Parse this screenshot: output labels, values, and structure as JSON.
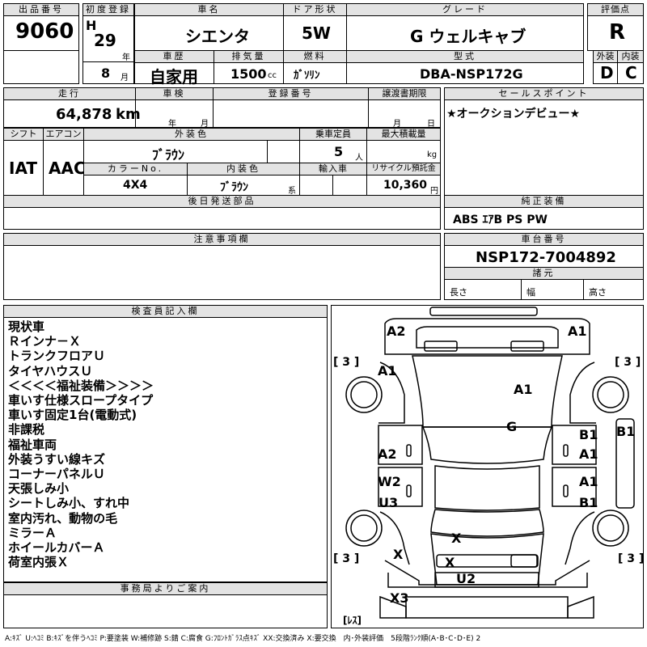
{
  "lot": {
    "header": "出品番号",
    "value": "9060"
  },
  "registration": {
    "header": "初度登録",
    "era": "H",
    "year": "29",
    "year_unit": "年",
    "month": "8",
    "month_unit": "月"
  },
  "car_name": {
    "header": "車名",
    "value": "シエンタ"
  },
  "door": {
    "header": "ドア形状",
    "value": "5W"
  },
  "grade": {
    "header": "グレード",
    "value": "G ウェルキャブ"
  },
  "score": {
    "header": "評価点",
    "value": "R"
  },
  "history": {
    "header": "車歴",
    "value": "自家用"
  },
  "displacement": {
    "header": "排気量",
    "value": "1500",
    "unit": "cc"
  },
  "fuel": {
    "header": "燃料",
    "value": "ｶﾞｿﾘﾝ"
  },
  "model": {
    "header": "型式",
    "value": "DBA-NSP172G"
  },
  "exterior_grade": {
    "header": "外装",
    "value": "D"
  },
  "interior_grade": {
    "header": "内装",
    "value": "C"
  },
  "mileage": {
    "header": "走行",
    "value": "64,878",
    "unit": "km"
  },
  "inspection": {
    "header": "車検",
    "year_unit": "年",
    "month_unit": "月"
  },
  "reg_number": {
    "header": "登録番号"
  },
  "transfer_deadline": {
    "header": "譲渡書期限",
    "month_unit": "月",
    "day_unit": "日"
  },
  "sales_point": {
    "header": "セールスポイント",
    "value": "★オークションデビュー★"
  },
  "shift": {
    "header": "シフト",
    "value": "IAT"
  },
  "aircon": {
    "header": "エアコン",
    "value": "AAC"
  },
  "exterior_color": {
    "header": "外装色",
    "value": "ﾌﾞﾗｳﾝ"
  },
  "capacity": {
    "header": "乗車定員",
    "value": "5",
    "unit": "人"
  },
  "max_load": {
    "header": "最大積載量",
    "unit": "kg"
  },
  "color_no": {
    "header": "カラーNo.",
    "value": "4X4"
  },
  "interior_color": {
    "header": "内装色",
    "value": "ﾌﾞﾗｳﾝ",
    "unit": "系"
  },
  "import": {
    "header": "輸入車"
  },
  "recycle": {
    "header": "リサイクル預託金",
    "value": "10,360",
    "unit": "円"
  },
  "later_parts": {
    "header": "後日発送部品"
  },
  "genuine_equipment": {
    "header": "純正装備",
    "value": "ABS ｴｱB PS PW"
  },
  "notes": {
    "header": "注意事項欄"
  },
  "chassis": {
    "header": "車台番号",
    "value": "NSP172-7004892"
  },
  "specs": {
    "header": "諸元",
    "length": "長さ",
    "width": "幅",
    "height": "高さ"
  },
  "inspector": {
    "header": "検査員記入欄",
    "lines": [
      "現状車",
      "Ｒインナ－Ｘ",
      "トランクフロアＵ",
      "タイヤハウスＵ",
      "＜＜＜＜福祉装備＞＞＞＞",
      "車いす仕様スロープタイプ",
      "車いす固定1台(電動式)",
      "非課税",
      "福祉車両",
      "外装うすい線キズ",
      "コーナーパネルＵ",
      "天張しみ小",
      "シートしみ小、すれ中",
      "室内汚れ、動物の毛",
      "ミラーＡ",
      "ホイールカバーＡ",
      "荷室内張Ｘ"
    ]
  },
  "office_info": {
    "header": "事務局よりご案内"
  },
  "damage": {
    "tire_fl": "[ 3 ]",
    "tire_fr": "[ 3 ]",
    "tire_rl": "[ 3 ]",
    "tire_rr": "[ 3 ]",
    "spare": "[ﾚｽ]",
    "marks": {
      "front_left_corner": "A2",
      "front_right_corner": "A1",
      "left_fender": "A1",
      "hood": "A1",
      "roof": "G",
      "left_front_door": "A2",
      "left_rear_door": "W2",
      "left_rocker": "U3",
      "right_front_door": "B1",
      "right_front_door_2": "A1",
      "right_pillar": "B1",
      "right_rear_door": "A1",
      "right_rear_door_2": "B1",
      "cargo": "X",
      "rear_left": "X",
      "rear_center": "X",
      "bumper": "U2",
      "rear_corner": "X3"
    }
  },
  "legend": "A:ｷｽﾞ U:ﾍｺﾐ B:ｷｽﾞを伴うﾍｺﾐ P:要塗装 W:補修跡 S:錆 C:腐食 G:ﾌﾛﾝﾄｶﾞﾗｽ点ｷｽﾞ XX:交換済み X:要交換　内･外装評価　5段階ﾗﾝｸ順(A･B･C･D･E) 2"
}
